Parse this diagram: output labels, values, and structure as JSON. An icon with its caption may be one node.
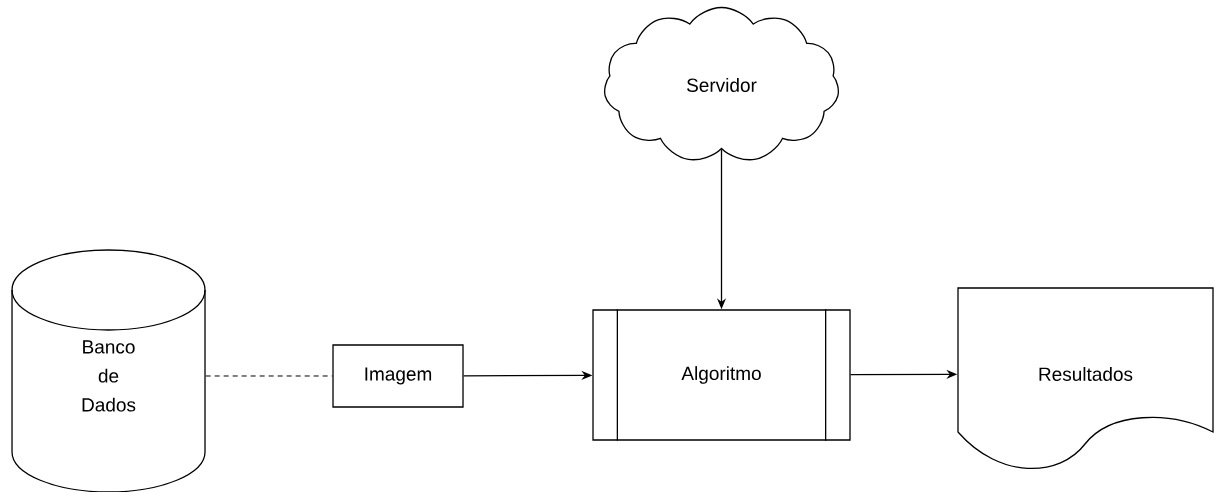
{
  "diagram": {
    "nodes": [
      {
        "text": [
          "Servidor"
        ]
      },
      {
        "text": [
          "Banco de Dados"
        ]
      },
      {
        "text": [
          "Imagem"
        ]
      },
      {
        "text": [
          "Algoritmo"
        ]
      },
      {
        "text": [
          "Resultados"
        ]
      }
    ],
    "edges": [
      {
        "from": 1,
        "to": 2,
        "arrow": "none",
        "style": "dashed"
      },
      {
        "from": 2,
        "to": 3,
        "arrow": "to"
      },
      {
        "from": 3,
        "to": 4,
        "arrow": "to"
      },
      {
        "from": 0,
        "to": 3,
        "arrow": "to"
      }
    ]
  }
}
